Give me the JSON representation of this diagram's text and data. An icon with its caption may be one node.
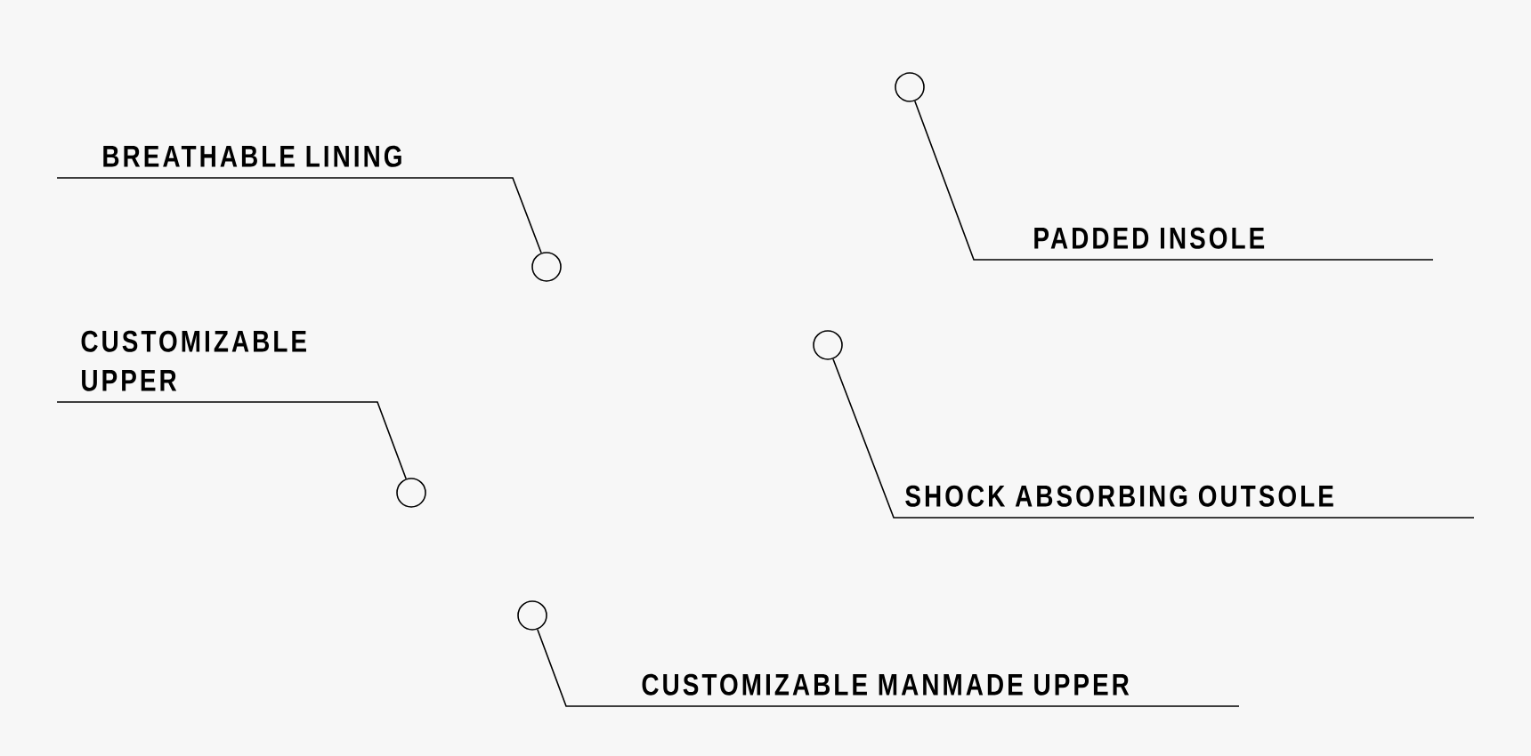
{
  "diagram": {
    "nodes": [
      {
        "text": [
          "BREATHABLE LINING"
        ]
      },
      {
        "text": [
          "PADDED INSOLE"
        ]
      },
      {
        "text": [
          "CUSTOMIZABLE UPPER"
        ]
      },
      {
        "text": [
          "SHOCK ABSORBING OUTSOLE"
        ]
      },
      {
        "text": [
          "CUSTOMIZABLE MANMADE UPPER"
        ]
      },
      {
        "text": [],
        "shape": "circle"
      },
      {
        "text": [],
        "shape": "circle"
      },
      {
        "text": [],
        "shape": "circle"
      },
      {
        "text": [],
        "shape": "circle"
      },
      {
        "text": [],
        "shape": "circle"
      }
    ],
    "edges": [
      {
        "from": 0,
        "to": 6,
        "arrow": "none"
      },
      {
        "from": 1,
        "to": 5,
        "arrow": "none"
      },
      {
        "from": 2,
        "to": 7,
        "arrow": "none"
      },
      {
        "from": 3,
        "to": 8,
        "arrow": "none"
      },
      {
        "from": 4,
        "to": 9,
        "arrow": "none"
      }
    ]
  }
}
